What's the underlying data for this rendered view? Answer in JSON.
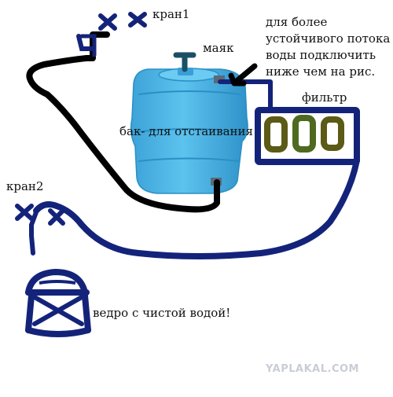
{
  "labels": {
    "tap1": "кран1",
    "beacon": "маяк",
    "note_lines": [
      "для более",
      "устойчивого потока",
      "воды подключить",
      "ниже чем на рис."
    ],
    "filter": "фильтр",
    "tank": "бак- для отстаивания",
    "tap2": "кран2",
    "bucket": "ведро с чистой водой!"
  },
  "watermark": "YAPLAKAL.COM",
  "colors": {
    "tank_fill": "#4fb6e6",
    "tank_dark": "#2a8fc4",
    "black_hose": "#000000",
    "navy_hose": "#14237a",
    "cartridge": "#5b5a16",
    "watermark": "#c9cdd6",
    "label_text": "#111111"
  },
  "icons": [
    "tap1-icon",
    "tap2-icon",
    "beacon-valve-icon",
    "arrow-icon",
    "bucket-icon"
  ]
}
